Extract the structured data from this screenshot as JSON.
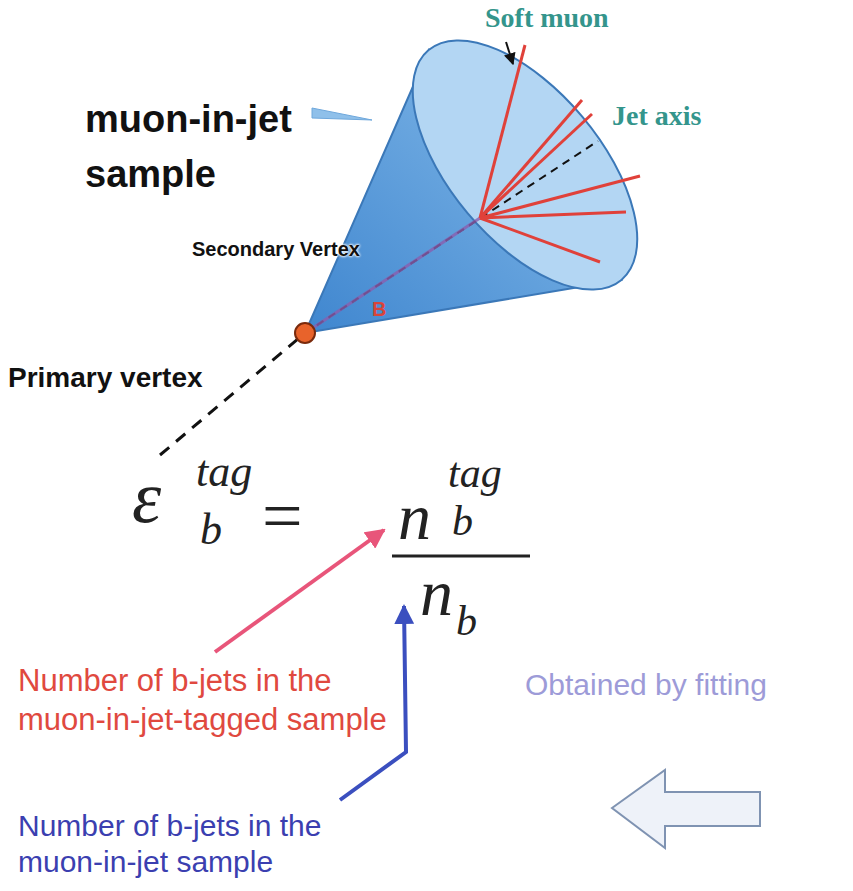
{
  "diagram": {
    "labels": [
      "Soft muon",
      "muon-in-jet sample",
      "Jet axis",
      "Secondary Vertex",
      "B",
      "Primary vertex",
      "ε",
      "tag",
      "b",
      "=",
      "n",
      "tag",
      "b",
      "n",
      "b",
      "Number of b-jets in the muon-in-jet-tagged sample",
      "Obtained by fitting",
      "Number of b-jets in the muon-in-jet sample"
    ]
  }
}
